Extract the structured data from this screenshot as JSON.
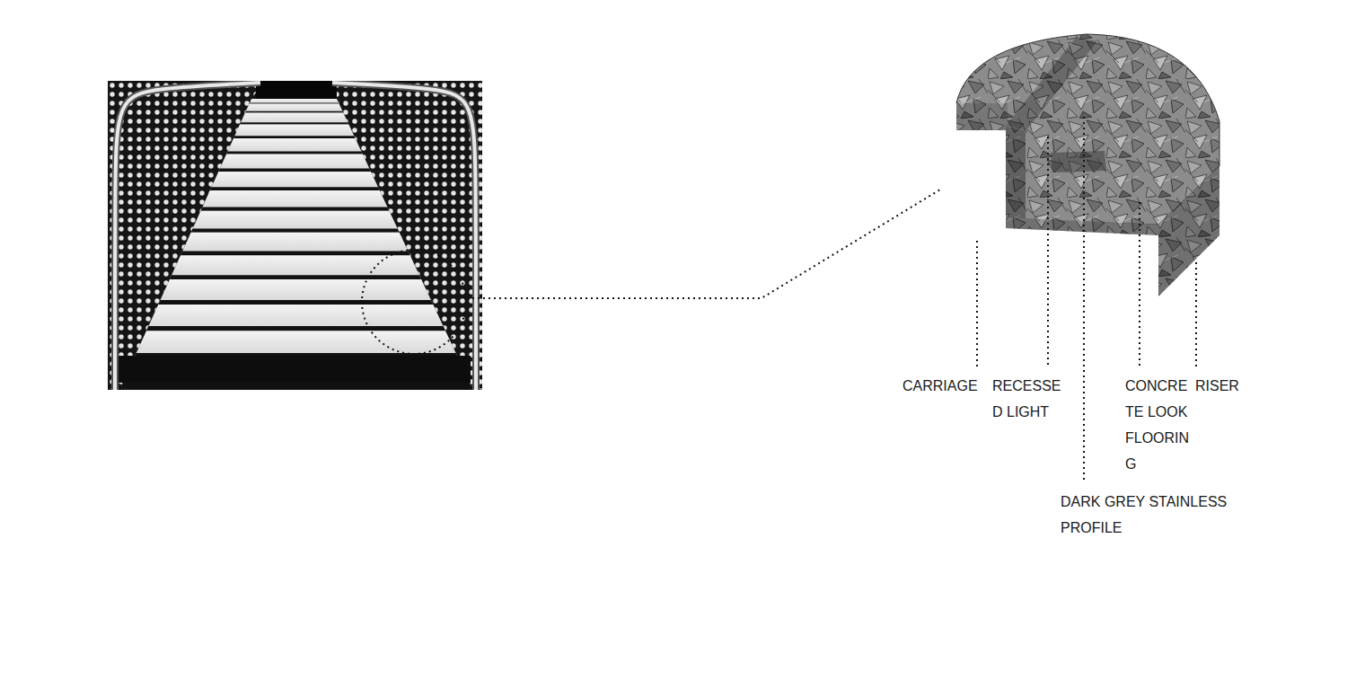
{
  "diagram": {
    "labels": [
      "CARRIAGE",
      "RECESSED LIGHT",
      "CONCRETE LOOK FLOORING",
      "RISER",
      "DARK GREY STAINLESS PROFILE"
    ]
  }
}
